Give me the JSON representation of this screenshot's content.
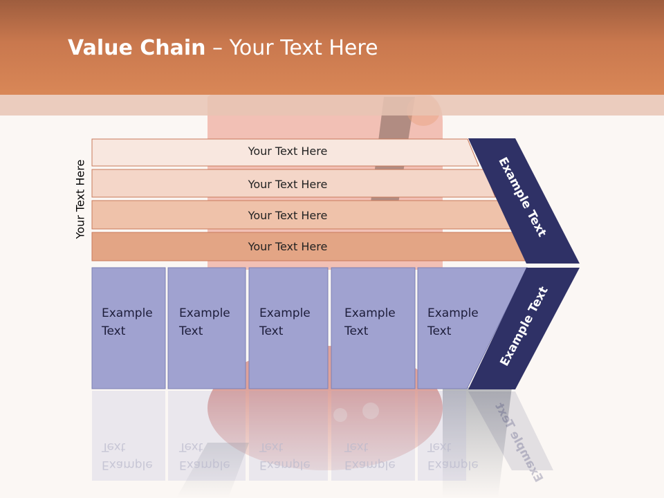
{
  "title": {
    "bold": "Value Chain",
    "rest": " – Your Text Here"
  },
  "side_label": "Your Text Here",
  "rows": [
    {
      "label": "Your Text Here",
      "color": "#f8e7df"
    },
    {
      "label": "Your Text Here",
      "color": "#f4d6c8"
    },
    {
      "label": "Your Text Here",
      "color": "#efc2aa"
    },
    {
      "label": "Your Text Here",
      "color": "#e3a585"
    }
  ],
  "cells": [
    {
      "line1": "Example",
      "line2": "Text"
    },
    {
      "line1": "Example",
      "line2": "Text"
    },
    {
      "line1": "Example",
      "line2": "Text"
    },
    {
      "line1": "Example",
      "line2": "Text"
    },
    {
      "line1": "Example",
      "line2": "Text"
    }
  ],
  "chevrons": [
    {
      "label": "Example Text"
    },
    {
      "label": "Example Text"
    }
  ],
  "colors": {
    "header": "#d98757",
    "cell": "#a0a2d0",
    "chevron": "#2f3166",
    "row_border": "#c8795a"
  }
}
